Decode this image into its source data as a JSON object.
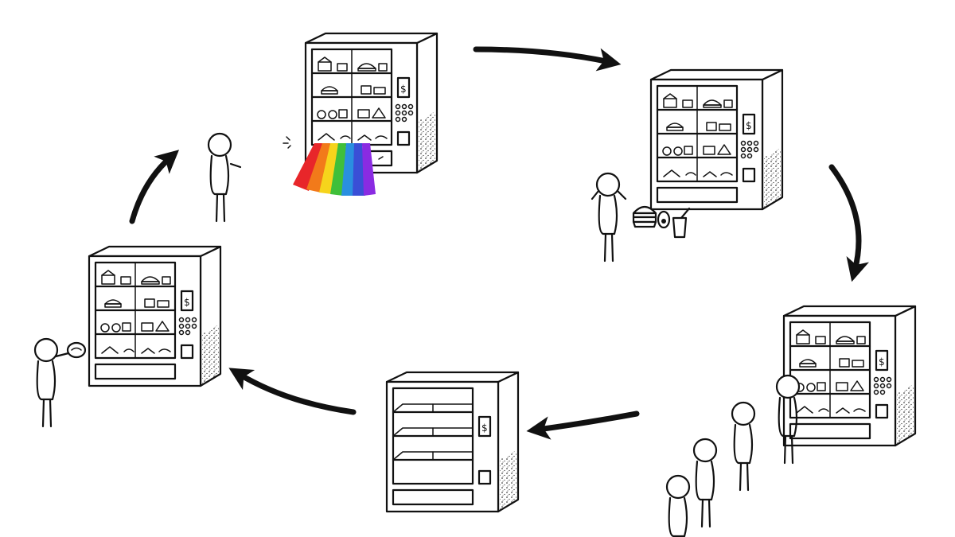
{
  "diagram": {
    "kind": "cycle",
    "stages": [
      {
        "id": "rainbow",
        "state": "machine dispensing a rainbow",
        "shelves": "full",
        "people": 1
      },
      {
        "id": "snack",
        "state": "person receiving burger, egg and drink",
        "shelves": "full",
        "people": 1
      },
      {
        "id": "queue",
        "state": "line of people at machine",
        "shelves": "full",
        "people": 4
      },
      {
        "id": "empty",
        "state": "machine with empty shelves",
        "shelves": "empty",
        "people": 0
      },
      {
        "id": "restock",
        "state": "person holding a coin/gadget at machine",
        "shelves": "full",
        "people": 1
      }
    ],
    "arrows": 5,
    "colors": {
      "ink": "#111111",
      "paper": "#ffffff",
      "rainbow": [
        "#e8262a",
        "#f27a1a",
        "#f6d41c",
        "#3fbf3a",
        "#2a8fe0",
        "#3a4fd6",
        "#8a2be2"
      ]
    }
  }
}
